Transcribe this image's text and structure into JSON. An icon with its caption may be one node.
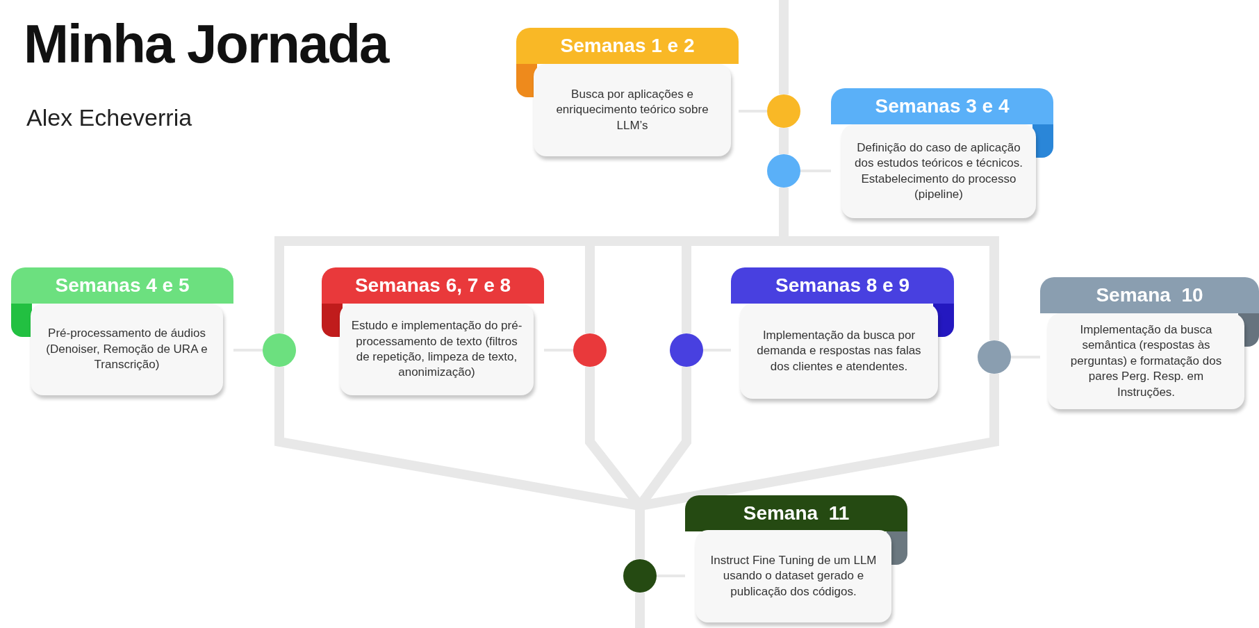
{
  "diagram": {
    "title": "Minha Jornada",
    "nodes": [
      {
        "text": [
          "Semanas 1 e 2",
          "Busca por aplicações e enriquecimento teórico sobre LLM’s"
        ]
      },
      {
        "text": [],
        "shape": "circle"
      },
      {
        "text": [
          "Semanas 3 e 4",
          "Definição do caso de aplicação dos estudos teóricos e técnicos. Estabelecimento do processo (pipeline)"
        ]
      },
      {
        "text": [],
        "shape": "circle"
      },
      {
        "text": [
          "Semanas 4 e 5",
          "Pré-processamento de áudios (Denoiser, Remoção de URA e Transcrição)"
        ]
      },
      {
        "text": [],
        "shape": "circle"
      },
      {
        "text": [
          "Semanas 6, 7 e 8",
          "Estudo e implementação do pré-processamento de texto (filtros de repetição, limpeza de texto, anonimização)"
        ]
      },
      {
        "text": [],
        "shape": "circle"
      },
      {
        "text": [
          "Semanas 8 e 9",
          "Implementação da busca por demanda e respostas nas falas dos clientes e atendentes."
        ]
      },
      {
        "text": [],
        "shape": "circle"
      },
      {
        "text": [
          "Semana  10",
          "Implementação da busca semântica (respostas às perguntas) e formatação dos pares Perg. Resp. em Instruções."
        ]
      },
      {
        "text": [],
        "shape": "circle"
      },
      {
        "text": [
          "Semana  11",
          "Instruct Fine Tuning de um LLM usando o dataset gerado e publicação dos códigos."
        ]
      },
      {
        "text": [],
        "shape": "circle"
      }
    ],
    "edges": [
      {
        "from": 0,
        "to": 1,
        "arrow": "none"
      },
      {
        "from": 2,
        "to": 3,
        "arrow": "none"
      },
      {
        "from": 4,
        "to": 5,
        "arrow": "none"
      },
      {
        "from": 6,
        "to": 7,
        "arrow": "none"
      },
      {
        "from": 8,
        "to": 9,
        "arrow": "none"
      },
      {
        "from": 10,
        "to": 11,
        "arrow": "none"
      },
      {
        "from": 12,
        "to": 13,
        "arrow": "none"
      },
      {
        "from": 1,
        "to": 3,
        "arrow": "none"
      },
      {
        "from": 3,
        "to": 5,
        "arrow": "none"
      },
      {
        "from": 3,
        "to": 7,
        "arrow": "none"
      },
      {
        "from": 3,
        "to": 9,
        "arrow": "none"
      },
      {
        "from": 3,
        "to": 11,
        "arrow": "none"
      },
      {
        "from": 5,
        "to": 13,
        "arrow": "none"
      },
      {
        "from": 7,
        "to": 13,
        "arrow": "none"
      },
      {
        "from": 9,
        "to": 13,
        "arrow": "none"
      },
      {
        "from": 11,
        "to": 13,
        "arrow": "none"
      }
    ],
    "labels": [
      "Alex Echeverria"
    ]
  }
}
